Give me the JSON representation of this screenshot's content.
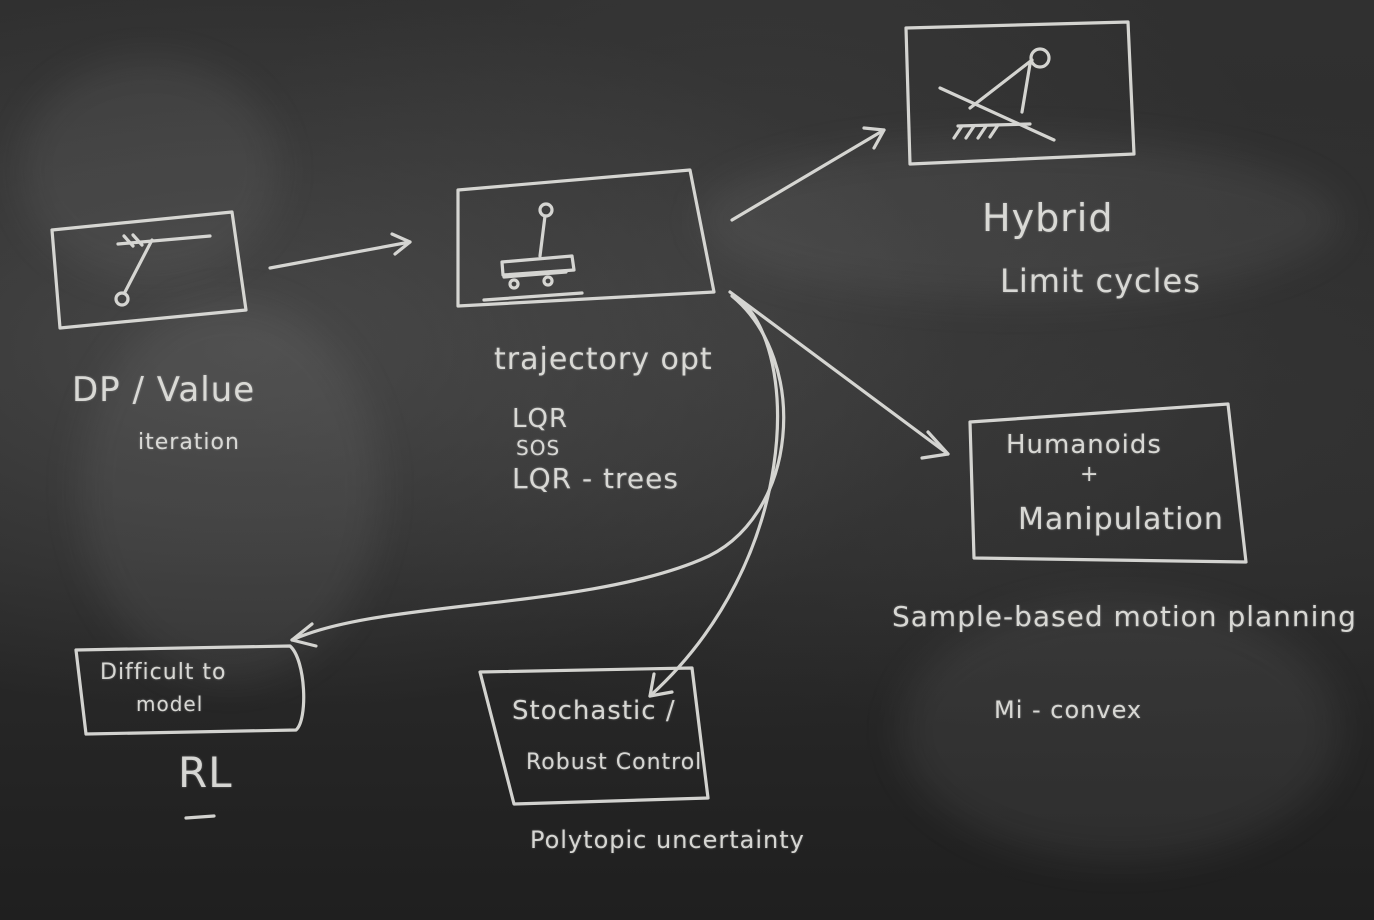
{
  "nodes": {
    "dp_value": {
      "line1": "DP / Value",
      "line2": "iteration"
    },
    "trajectory_opt": {
      "title": "trajectory opt",
      "items": [
        "LQR",
        "SOS",
        "LQR - trees"
      ]
    },
    "hybrid": {
      "line1": "Hybrid",
      "line2": "Limit cycles"
    },
    "humanoids": {
      "line1": "Humanoids",
      "line2": "+",
      "line3": "Manipulation"
    },
    "motion_planning": {
      "line1": "Sample-based motion planning",
      "line2": "Mi - convex"
    },
    "difficult_model": {
      "line1": "Difficult to",
      "line2": "model",
      "caption": "RL"
    },
    "stochastic": {
      "line1": "Stochastic /",
      "line2": "Robust Control",
      "caption": "Polytopic uncertainty"
    }
  },
  "colors": {
    "chalk": "#e6e6e2",
    "board": "#2a2a2a"
  }
}
